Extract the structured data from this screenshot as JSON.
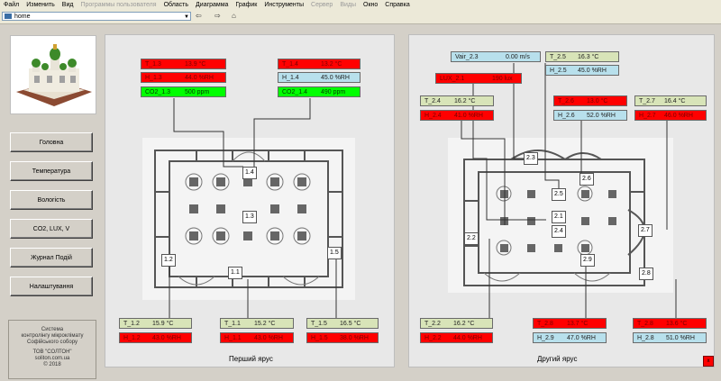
{
  "menu": [
    "Файл",
    "Изменить",
    "Вид",
    "Программы пользователя",
    "Область",
    "Диаграмма",
    "График",
    "Инструменты",
    "Сервер",
    "Виды",
    "Окно",
    "Справка"
  ],
  "menu_disabled": [
    false,
    false,
    false,
    true,
    false,
    false,
    false,
    false,
    true,
    true,
    false,
    false
  ],
  "toolbar": {
    "path": "home",
    "back": "⇦",
    "forward": "⇨",
    "home": "⌂"
  },
  "nav": [
    "Головна",
    "Температура",
    "Вологість",
    "CO2, LUX, V",
    "Журнал Подій",
    "Налаштування"
  ],
  "footer": {
    "line1": "Система",
    "line2": "контролінгу мікроклімату",
    "line3": "Софійського собору",
    "line4": "ТОВ \"СОЛТОН\"",
    "line5": "soliton.com.ua",
    "line6": "© 2018"
  },
  "panels": {
    "left_title": "Перший ярус",
    "right_title": "Другий ярус"
  },
  "colors": {
    "alarm": "#ff0000",
    "ok": "#00ff00",
    "temp": "#d8e4b8",
    "humidity": "#b8e0ec"
  },
  "sensors_left": {
    "T_1_3": {
      "name": "T_1.3",
      "value": "13.9 °C"
    },
    "H_1_3": {
      "name": "H_1.3",
      "value": "44.0 %RH"
    },
    "CO2_1_3": {
      "name": "CO2_1.3",
      "value": "500 ppm"
    },
    "T_1_4": {
      "name": "T_1.4",
      "value": "13.2 °C"
    },
    "H_1_4": {
      "name": "H_1.4",
      "value": "45.0 %RH"
    },
    "CO2_1_4": {
      "name": "CO2_1.4",
      "value": "490 ppm"
    },
    "T_1_2": {
      "name": "T_1.2",
      "value": "15.9 °C"
    },
    "H_1_2": {
      "name": "H_1.2",
      "value": "43.0 %RH"
    },
    "T_1_1": {
      "name": "T_1.1",
      "value": "15.2 °C"
    },
    "H_1_1": {
      "name": "H_1.1",
      "value": "43.0 %RH"
    },
    "T_1_5": {
      "name": "T_1.5",
      "value": "16.5 °C"
    },
    "H_1_5": {
      "name": "H_1.5",
      "value": "38.0 %RH"
    }
  },
  "sensors_right": {
    "Vair_2_3": {
      "name": "Vair_2.3",
      "value": "0.00 m/s"
    },
    "LUX_2_1": {
      "name": "LUX_2.1",
      "value": "190 lux"
    },
    "T_2_5": {
      "name": "T_2.5",
      "value": "16.3 °C"
    },
    "H_2_5": {
      "name": "H_2.5",
      "value": "45.0 %RH"
    },
    "T_2_4": {
      "name": "T_2.4",
      "value": "16.2 °C"
    },
    "H_2_4": {
      "name": "H_2.4",
      "value": "41.0 %RH"
    },
    "T_2_6": {
      "name": "T_2.6",
      "value": "13.0 °C"
    },
    "H_2_6": {
      "name": "H_2.6",
      "value": "52.0 %RH"
    },
    "T_2_7": {
      "name": "T_2.7",
      "value": "16.4 °C"
    },
    "H_2_7": {
      "name": "H_2.7",
      "value": "46.0 %RH"
    },
    "T_2_2": {
      "name": "T_2.2",
      "value": "16.2 °C"
    },
    "H_2_2": {
      "name": "H_2.2",
      "value": "44.0 %RH"
    },
    "T_2_8": {
      "name": "T_2.8",
      "value": "13.7 °C"
    },
    "H_2_9": {
      "name": "H_2.9",
      "value": "47.0 %RH"
    },
    "T_2_8b": {
      "name": "T_2.8",
      "value": "13.6 °C"
    },
    "H_2_8": {
      "name": "H_2.8",
      "value": "51.0 %RH"
    }
  },
  "zones_left": {
    "z1_4": "1.4",
    "z1_3": "1.3",
    "z1_2": "1.2",
    "z1_1": "1.1",
    "z1_5": "1.5"
  },
  "zones_right": {
    "z2_3": "2.3",
    "z2_5": "2.5",
    "z2_6": "2.6",
    "z2_1": "2.1",
    "z2_4": "2.4",
    "z2_2": "2.2",
    "z2_7": "2.7",
    "z2_9": "2.9",
    "z2_8": "2.8"
  },
  "close_label": "x"
}
